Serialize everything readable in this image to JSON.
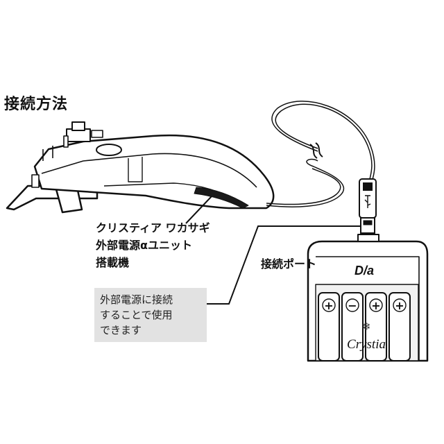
{
  "title": "接続方法",
  "reel_label": [
    "クリスティア ワカサギ",
    "外部電源αユニット",
    "搭載機"
  ],
  "port_label": "接続ポート",
  "callout_lines": [
    "外部電源に接続",
    "することで使用",
    "できます"
  ],
  "battery_box": {
    "brand_logo": "D/a",
    "product_text": "Crystia",
    "cells": [
      "+",
      "−",
      "+",
      "+"
    ]
  },
  "colors": {
    "callout_bg": "#e2e2e2",
    "line": "#111111"
  }
}
